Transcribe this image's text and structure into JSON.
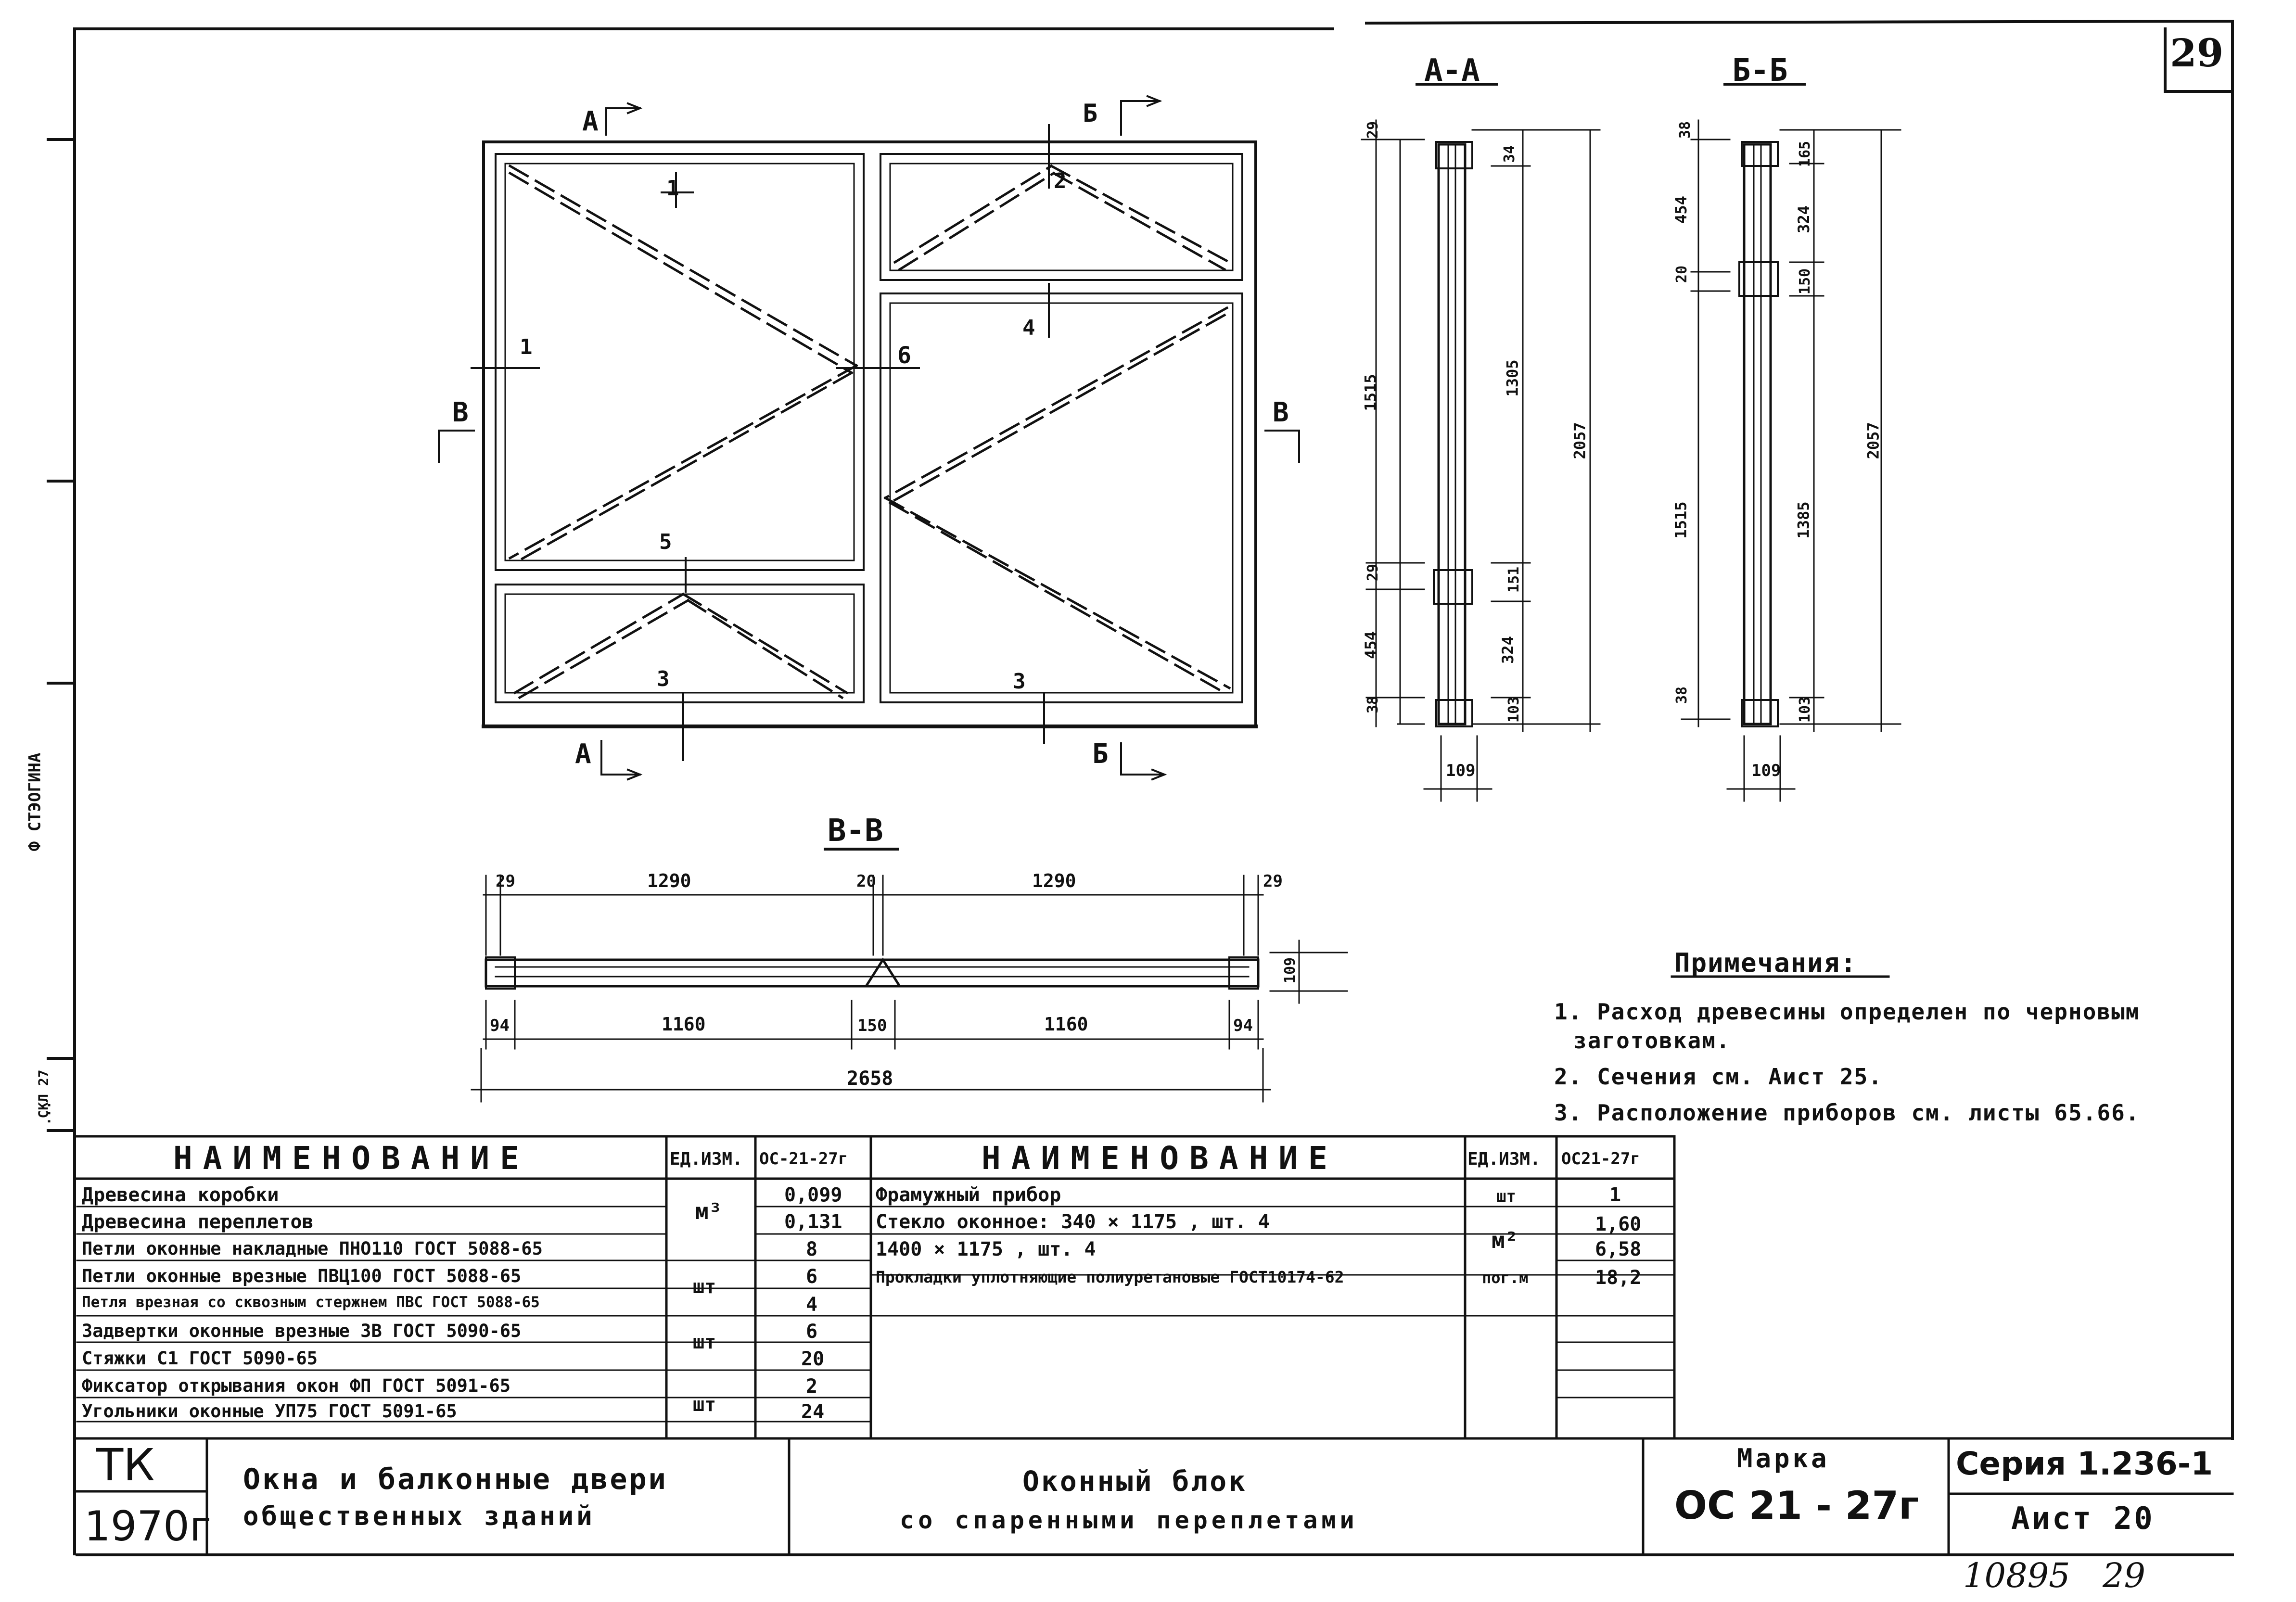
{
  "sheet": {
    "corner_number": "29",
    "archive_number": "10895",
    "archive_sheet": "29",
    "left_margin_text": [
      "Ф СТЭОГИНА",
      "СКЛ 27",
      "..."
    ]
  },
  "drawing": {
    "front_view": {
      "cut_labels": {
        "a_top": "А",
        "b_top": "Б",
        "a_bottom": "А",
        "b_bottom": "Б",
        "v_left": "В",
        "v_right": "В"
      },
      "callouts": [
        "1",
        "1",
        "2",
        "3",
        "3",
        "4",
        "5",
        "6"
      ]
    },
    "section_aa": {
      "title": "А-А",
      "dims": {
        "d_top_small": "29",
        "d_top_right": "34",
        "d_1515": "1515",
        "d_1305": "1305",
        "d_2057": "2057",
        "d_29": "29",
        "d_151": "151",
        "d_454": "454",
        "d_324": "324",
        "d_38": "38",
        "d_103": "103",
        "d_109": "109"
      }
    },
    "section_bb": {
      "title": "Б-Б",
      "dims": {
        "d_38_top": "38",
        "d_165": "165",
        "d_454": "454",
        "d_324": "324",
        "d_20": "20",
        "d_150": "150",
        "d_1515": "1515",
        "d_1385": "1385",
        "d_2057": "2057",
        "d_38": "38",
        "d_103": "103",
        "d_109": "109"
      }
    },
    "section_vv": {
      "title": "В-В",
      "dims_top": [
        "29",
        "1290",
        "20",
        "1290",
        "29"
      ],
      "dims_bottom": [
        "94",
        "1160",
        "150",
        "1160",
        "94"
      ],
      "overall": "2658",
      "depth": "109"
    }
  },
  "notes": {
    "title": "Примечания:",
    "items": [
      "1. Расход древесины определен по черновым",
      "заготовкам.",
      "2. Сечения  см. Аист 25.",
      "3. Расположение  приборов см. листы 65.66."
    ]
  },
  "spec_table": {
    "left": {
      "headers": {
        "name": "НАИМЕНОВАНИЕ",
        "unit": "ЕД.ИЗМ.",
        "value": "ОС-21-27г"
      },
      "rows": [
        {
          "name": "Древесина коробки",
          "value": "0,099"
        },
        {
          "name": "Древесина переплетов",
          "value": "0,131"
        },
        {
          "name": "Петли оконные накладные ПНО110 ГОСТ 5088-65",
          "value": "8"
        },
        {
          "name": "Петли оконные врезные  ПВЦ100 ГОСТ 5088-65",
          "value": "6"
        },
        {
          "name": "Петля врезная со сквозным стержнем ПВС ГОСТ 5088-65",
          "value": "4"
        },
        {
          "name": "Задвертки оконные врезные  ЗВ  ГОСТ 5090-65",
          "value": "6"
        },
        {
          "name": "Стяжки                      С1  ГОСТ 5090-65",
          "value": "20"
        },
        {
          "name": "Фиксатор открывания окон ФП  ГОСТ 5091-65",
          "value": "2"
        },
        {
          "name": "Угольники оконные         УП75 ГОСТ 5091-65",
          "value": "24"
        }
      ],
      "units": [
        "м³",
        "шт",
        "шт",
        "шт"
      ]
    },
    "right": {
      "headers": {
        "name": "НАИМЕНОВАНИЕ",
        "unit": "ЕД.ИЗМ.",
        "value": "ОС21-27г"
      },
      "rows": [
        {
          "name": "Фрамужный прибор",
          "unit": "шт",
          "value": "1"
        },
        {
          "name": "Стекло оконное:        340 × 1175 , шт. 4",
          "unit": "м²",
          "value": "1,60"
        },
        {
          "name": "                        1400 × 1175 , шт. 4",
          "unit": "",
          "value": "6,58"
        },
        {
          "name": "Прокладки уплотняющие полиуретановые ГОСТ10174-62",
          "unit": "пог.м",
          "value": "18,2"
        }
      ]
    }
  },
  "title_block": {
    "tk": "ТК",
    "year": "1970г",
    "project_line1": "Окна и балконные двери",
    "project_line2": "общественных зданий",
    "item_line1": "Оконный блок",
    "item_line2": "со спаренными  переплетами",
    "marka_label": "Марка",
    "marka_value": "ОС 21 - 27г",
    "series": "Серия  1.236-1",
    "sheet": "Аист 20"
  }
}
